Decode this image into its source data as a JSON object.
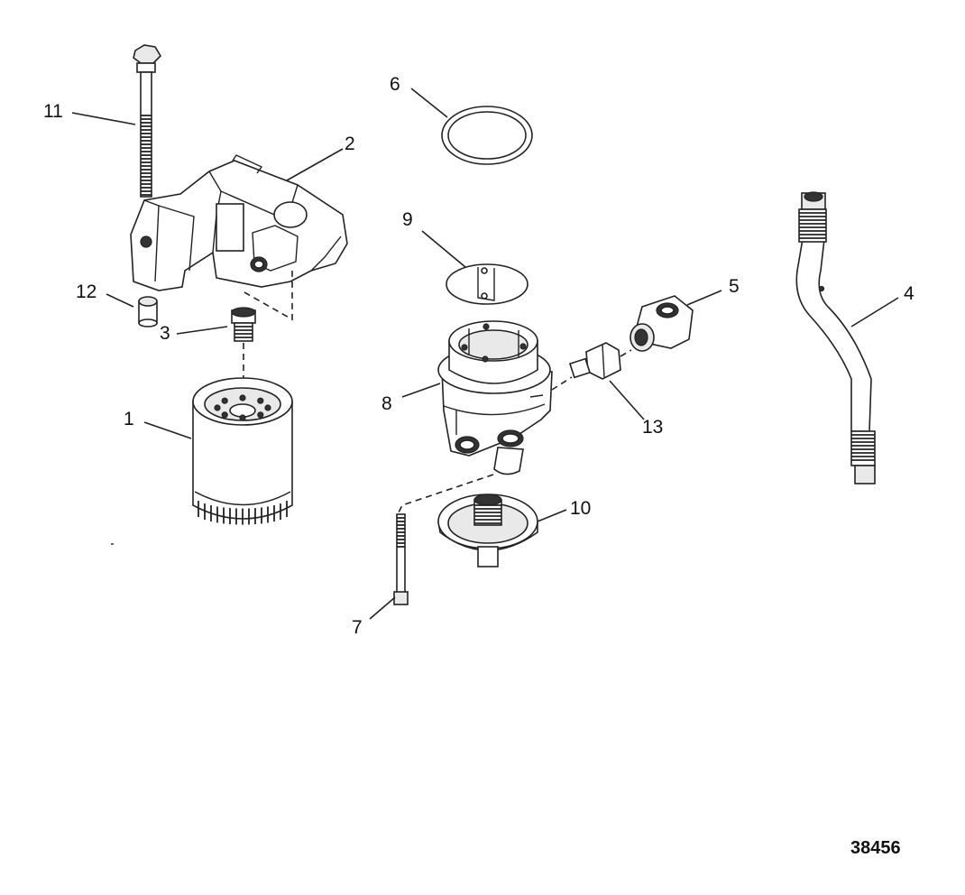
{
  "diagram": {
    "figure_id": "38456",
    "callouts": {
      "c1": "1",
      "c2": "2",
      "c3": "3",
      "c4": "4",
      "c5": "5",
      "c6": "6",
      "c7": "7",
      "c8": "8",
      "c9": "9",
      "c10": "10",
      "c11": "11",
      "c12": "12",
      "c13": "13"
    }
  }
}
